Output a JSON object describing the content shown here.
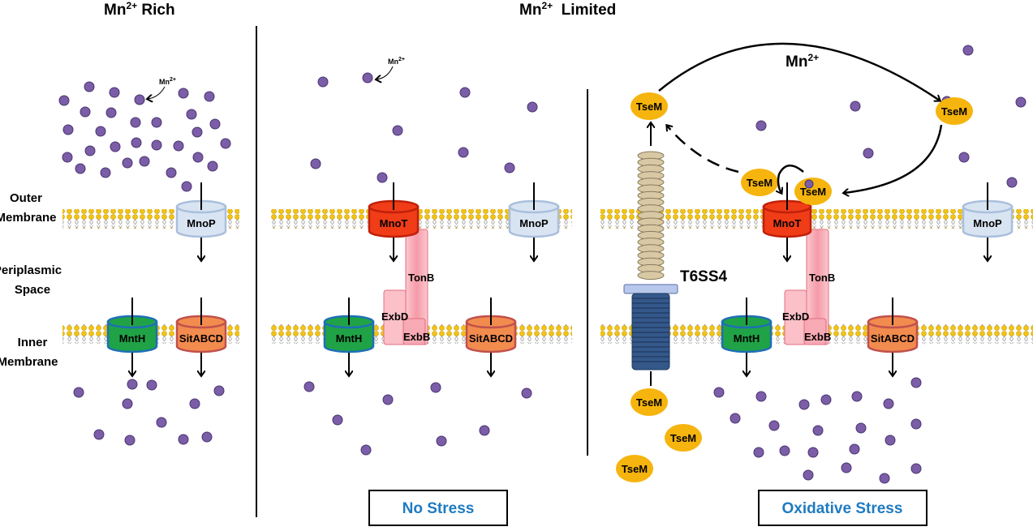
{
  "titles": {
    "rich": {
      "mn": "Mn",
      "charge": "2+",
      "suffix": " Rich"
    },
    "limited": {
      "mn": "Mn",
      "charge": "2+",
      "suffix": "  Limited"
    }
  },
  "side_labels": {
    "outer": [
      "Outer",
      "Membrane"
    ],
    "periplasm": [
      "Periplasmic",
      "Space"
    ],
    "inner": [
      "Inner",
      "Membrane"
    ]
  },
  "ion_label": {
    "mn": "Mn",
    "charge": "2+"
  },
  "proteins": {
    "mnop": "MnoP",
    "mnot": "MnoT",
    "mnth": "MntH",
    "sitabcd": "SitABCD",
    "tonb": "TonB",
    "exbd": "ExbD",
    "exbb": "ExbB",
    "tsem": "TseM",
    "t6ss4": "T6SS4"
  },
  "conditions": {
    "no_stress": "No Stress",
    "oxidative_stress": "Oxidative Stress"
  },
  "colors": {
    "mn_ion": "#7b5ea7",
    "mnop": "#d9e4f2",
    "mnot": "#f03c17",
    "mnth": "#1fa346",
    "sitabcd": "#f28b4e",
    "tonb": "#f7aab4",
    "tsem": "#f6b40e",
    "condition_text": "#1f7bc0"
  }
}
